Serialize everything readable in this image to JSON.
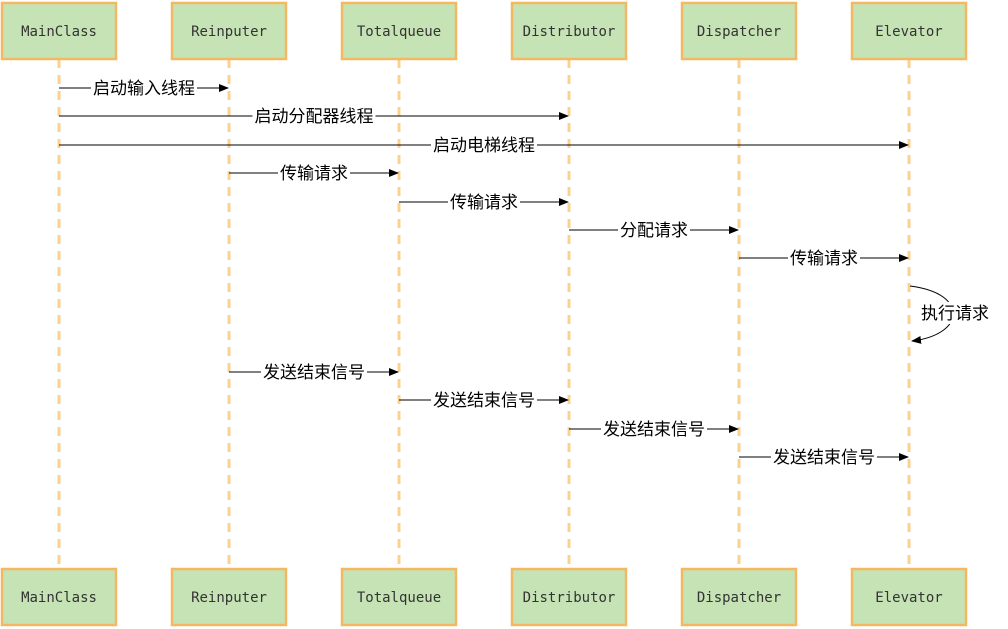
{
  "colors": {
    "box_fill": "#c5e3b5",
    "box_stroke": "#f5b862",
    "lifeline": "#fcd08e",
    "message": "#000000"
  },
  "actors": [
    {
      "id": "mainclass",
      "label": "MainClass"
    },
    {
      "id": "reinputer",
      "label": "Reinputer"
    },
    {
      "id": "totalqueue",
      "label": "Totalqueue"
    },
    {
      "id": "distributor",
      "label": "Distributor"
    },
    {
      "id": "dispatcher",
      "label": "Dispatcher"
    },
    {
      "id": "elevator",
      "label": "Elevator"
    }
  ],
  "messages": [
    {
      "from": "mainclass",
      "to": "reinputer",
      "label": "启动输入线程"
    },
    {
      "from": "mainclass",
      "to": "distributor",
      "label": "启动分配器线程"
    },
    {
      "from": "mainclass",
      "to": "elevator",
      "label": "启动电梯线程"
    },
    {
      "from": "reinputer",
      "to": "totalqueue",
      "label": "传输请求"
    },
    {
      "from": "totalqueue",
      "to": "distributor",
      "label": "传输请求"
    },
    {
      "from": "distributor",
      "to": "dispatcher",
      "label": "分配请求"
    },
    {
      "from": "dispatcher",
      "to": "elevator",
      "label": "传输请求"
    },
    {
      "from": "elevator",
      "to": "elevator",
      "label": "执行请求",
      "self": true
    },
    {
      "from": "reinputer",
      "to": "totalqueue",
      "label": "发送结束信号"
    },
    {
      "from": "totalqueue",
      "to": "distributor",
      "label": "发送结束信号"
    },
    {
      "from": "distributor",
      "to": "dispatcher",
      "label": "发送结束信号"
    },
    {
      "from": "dispatcher",
      "to": "elevator",
      "label": "发送结束信号"
    }
  ]
}
